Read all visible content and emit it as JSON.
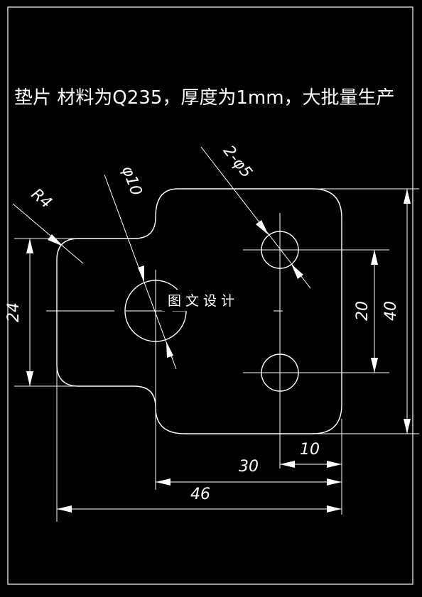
{
  "title": "垫片 材料为Q235，厚度为1mm，大批量生产",
  "watermark": "图文设计",
  "dimensions": {
    "radius": "R4",
    "center_hole": "φ10",
    "holes": "2-φ5",
    "height_left": "24",
    "hole_spacing": "20",
    "height_right": "40",
    "hole_offset": "10",
    "body_width": "30",
    "total_width": "46"
  },
  "colors": {
    "background": "#000000",
    "lines": "#ffffff"
  }
}
